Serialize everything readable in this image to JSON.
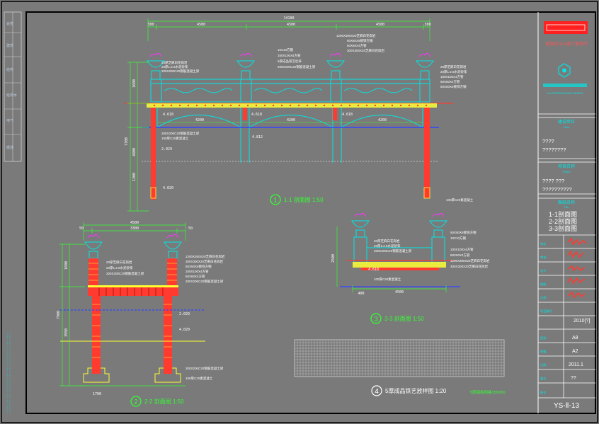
{
  "colors": {
    "background": "#7a7a7a",
    "frame": "#000000",
    "cyan": "#00e5e5",
    "red": "#ff3b30",
    "yellow": "#ffff33",
    "green": "#33ff33",
    "white": "#ffffff",
    "blue": "#3344ff",
    "magenta": "#ff33ff"
  },
  "views": {
    "v1": {
      "num": "1",
      "title": "1-1 剖面图 1:50"
    },
    "v2": {
      "num": "2",
      "title": "2-2 剖面图 1:50"
    },
    "v3": {
      "num": "3",
      "title": "3-3 剖面图 1:50"
    },
    "v4": {
      "num": "4",
      "title": "5厚成品铁艺放样图 1:20"
    }
  },
  "dims": {
    "total_width": "14100",
    "seg_a": "300",
    "seg_b": "4500",
    "seg_c": "4500",
    "seg_d": "4500",
    "seg_e": "300",
    "span_1": "4200",
    "span_2": "4200",
    "span_3": "4200",
    "h_total": "7700",
    "h_1": "1600",
    "h_2": "4800",
    "h_3": "1300",
    "v2_width": "4500",
    "v2_inner": "3300",
    "v2_side": "50",
    "v2_h_total": "7900",
    "v2_h_1": "1600",
    "v2_h_2": "3550",
    "v2_base": "1700",
    "v3_width": "4500",
    "v3_sub": "400",
    "v3_h": "2500",
    "level_1": "4.618",
    "level_2": "4.812",
    "level_3": "2.029",
    "level_4": "4.020"
  },
  "notes": {
    "n1": "20厚芝麻白花岗岩",
    "n2": "20厚1:2.5水泥砂浆",
    "n3": "200X200C20钢筋混凝土梁",
    "n4": "1200X300X20芝麻白花岗岩",
    "n5": "50X50X5镀锌方钢",
    "n6": "10X10方钢",
    "n7": "100X100X4方管",
    "n8": "60X60X4方管",
    "n9": "100厚C20素混凝土",
    "n10": "5厚成品铁艺栏杆",
    "n11": "300X300X20芝麻白花岗岩",
    "n12": "5厚钢板网格150X50"
  },
  "title_block": {
    "company": "某国际ULA设计事务所",
    "company_en": "ULA INTERNATIONAL DESIGN",
    "client_label": "建设单位",
    "client_en": "Client",
    "client": "????",
    "client_2": "????????",
    "project_label": "项目名称",
    "project_en": "Project",
    "project": "???? ???",
    "project_2": "??????????",
    "drawing_label": "图纸名称",
    "drawing_en": "Title",
    "drawing_1": "1-1剖面图",
    "drawing_2": "2-2剖面图",
    "drawing_3": "3-3剖面图",
    "row_checked": "审定",
    "row_approved": "审核",
    "row_designed": "设计",
    "row_drawn": "制图",
    "row_scale": "比例",
    "row_project_no": "项目编号",
    "project_no": "2010[?]",
    "row_sheet": "图别",
    "sheet": "A8",
    "row_size": "图幅",
    "size": "A2",
    "row_date": "日期",
    "date": "2011.1",
    "row_remark": "备注",
    "remark": "??",
    "row_dwg_no": "图号",
    "dwg_no": "YS-Ⅱ-13"
  },
  "grid_caption": "5厚钢板网格150X50"
}
